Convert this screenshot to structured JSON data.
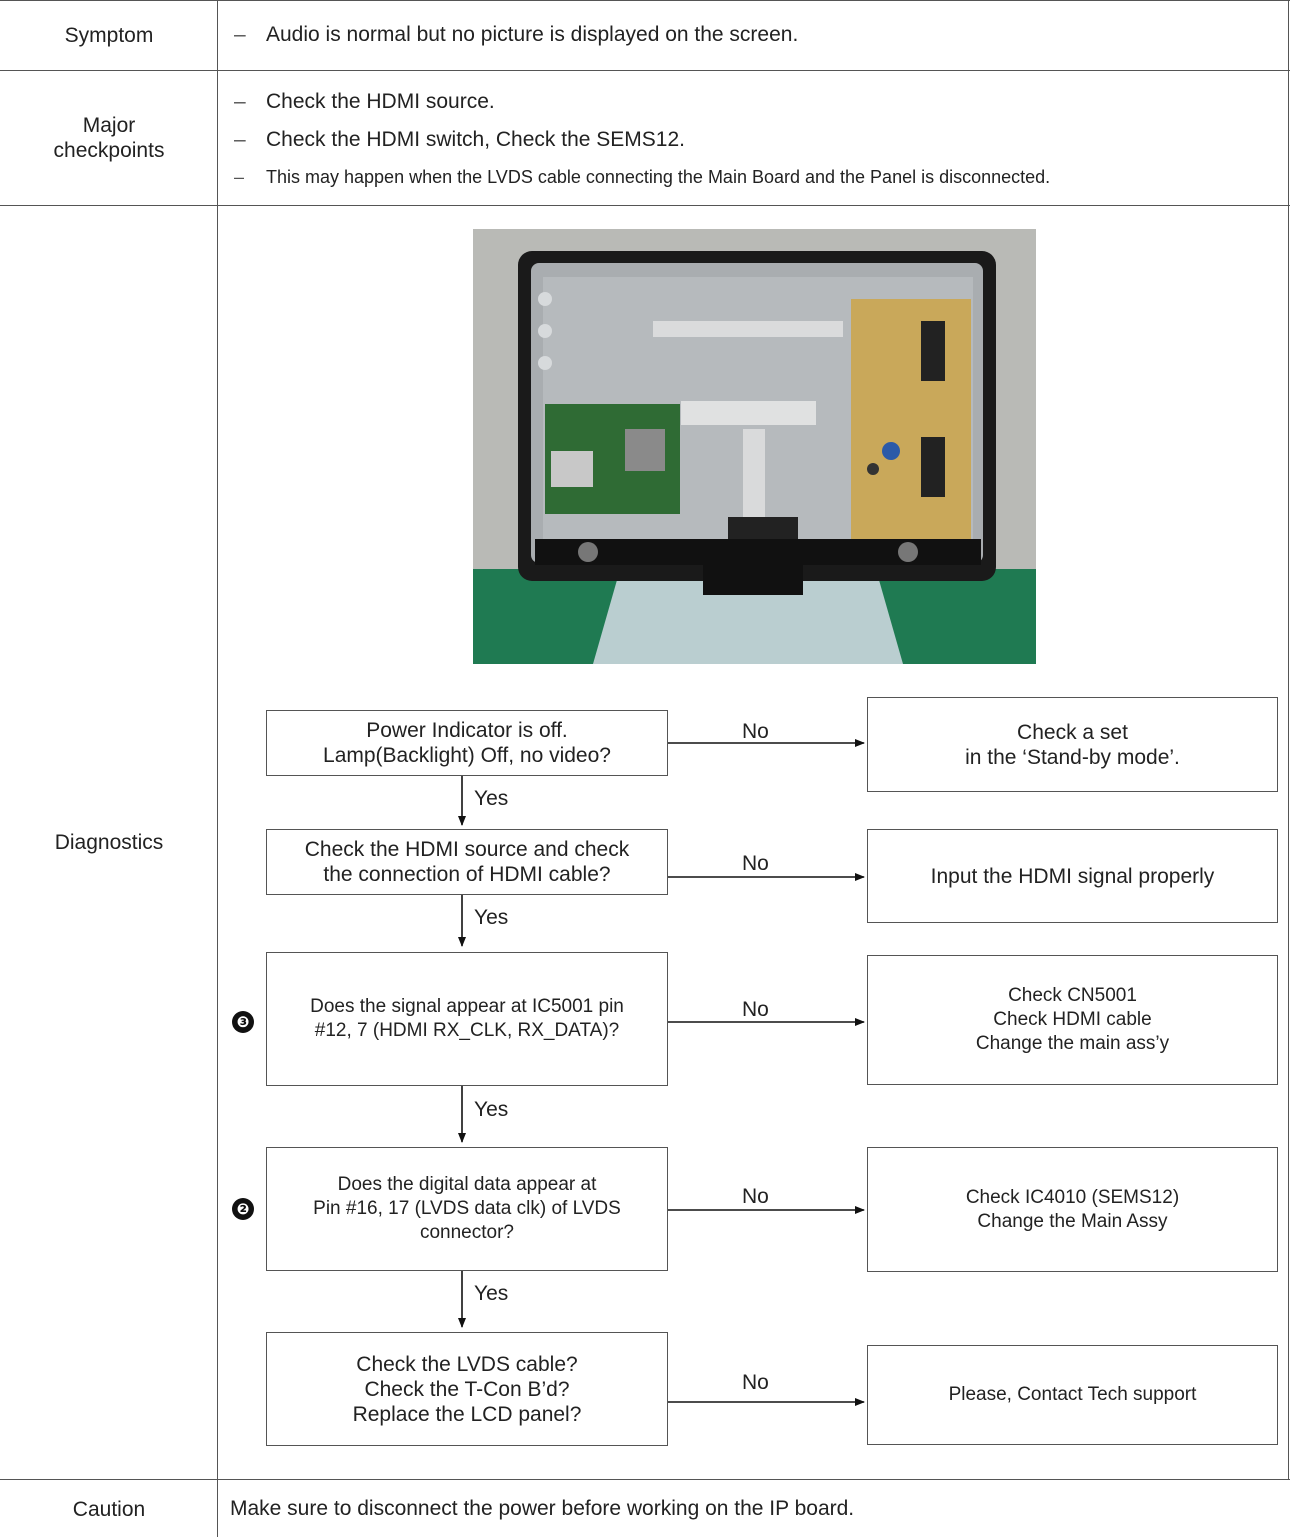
{
  "table": {
    "symptom": {
      "label": "Symptom",
      "bullets": [
        "Audio is normal but no picture is displayed on the screen."
      ]
    },
    "major_checkpoints": {
      "label_line1": "Major",
      "label_line2": "checkpoints",
      "bullets": [
        "Check the HDMI source.",
        "Check the HDMI switch, Check the SEMS12.",
        "This may happen when the LVDS cable connecting the Main Board and the Panel is disconnected."
      ]
    },
    "diagnostics": {
      "label": "Diagnostics"
    },
    "caution": {
      "label": "Caution",
      "text": "Make sure to disconnect the power before working on the IP board."
    }
  },
  "bullet_dash": "–",
  "flowchart": {
    "yes_label": "Yes",
    "no_label": "No",
    "steps": [
      {
        "question": [
          "Power Indicator is off.",
          "Lamp(Backlight) Off, no video?"
        ],
        "no_action": [
          "Check a set",
          "in the ‘Stand-by mode’."
        ]
      },
      {
        "question": [
          "Check the HDMI source and check",
          "the connection of HDMI cable?"
        ],
        "no_action": [
          "Input the HDMI signal properly"
        ]
      },
      {
        "marker": "❸",
        "question": [
          "Does the signal appear at IC5001 pin",
          "#12, 7 (HDMI RX_CLK, RX_DATA)?"
        ],
        "no_action": [
          "Check CN5001",
          "Check HDMI cable",
          "Change the main ass’y"
        ]
      },
      {
        "marker": "❷",
        "question": [
          "Does the digital data appear at",
          "Pin #16, 17 (LVDS data clk) of LVDS",
          "connector?"
        ],
        "no_action": [
          "Check IC4010 (SEMS12)",
          "Change the Main Assy"
        ]
      },
      {
        "question": [
          "Check the LVDS cable?",
          "Check the T-Con B’d?",
          "Replace the LCD panel?"
        ],
        "no_action": [
          "Please, Contact Tech support"
        ]
      }
    ]
  }
}
